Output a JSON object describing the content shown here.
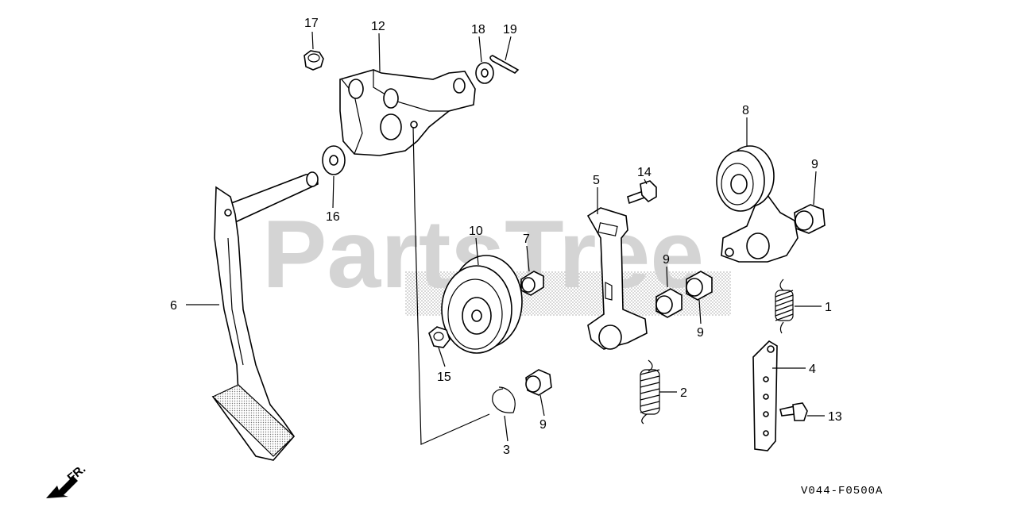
{
  "watermark": {
    "text": "PartsTree",
    "color": "#d4d4d4"
  },
  "diagram_code": "V044-F0500A",
  "direction_marker": {
    "label": "FR.",
    "icon": "arrow-left-down-icon"
  },
  "callouts": {
    "c17": "17",
    "c12": "12",
    "c18": "18",
    "c19": "19",
    "c16": "16",
    "c6": "6",
    "c10": "10",
    "c7": "7",
    "c15": "15",
    "c3": "3",
    "c9a": "9",
    "c5": "5",
    "c14": "14",
    "c8": "8",
    "c9b": "9",
    "c9c": "9",
    "c9d": "9",
    "c1": "1",
    "c2": "2",
    "c4": "4",
    "c13": "13"
  }
}
